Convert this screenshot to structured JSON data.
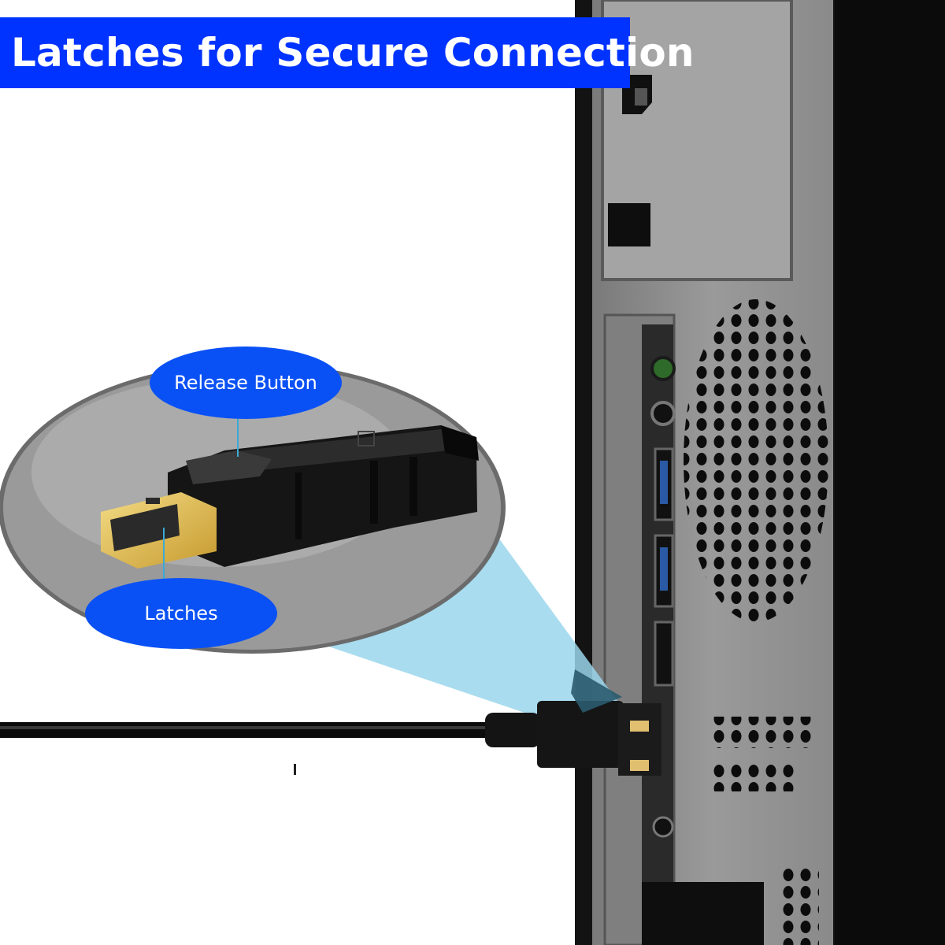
{
  "title": "Latches for Secure Connection",
  "callouts": {
    "release_button": "Release Button",
    "latches": "Latches"
  },
  "colors": {
    "banner": "#0033ff",
    "callout": "#0a51f5",
    "beam": "#9ad6ec",
    "case": "#111111",
    "panel": "#8a8a8a"
  }
}
